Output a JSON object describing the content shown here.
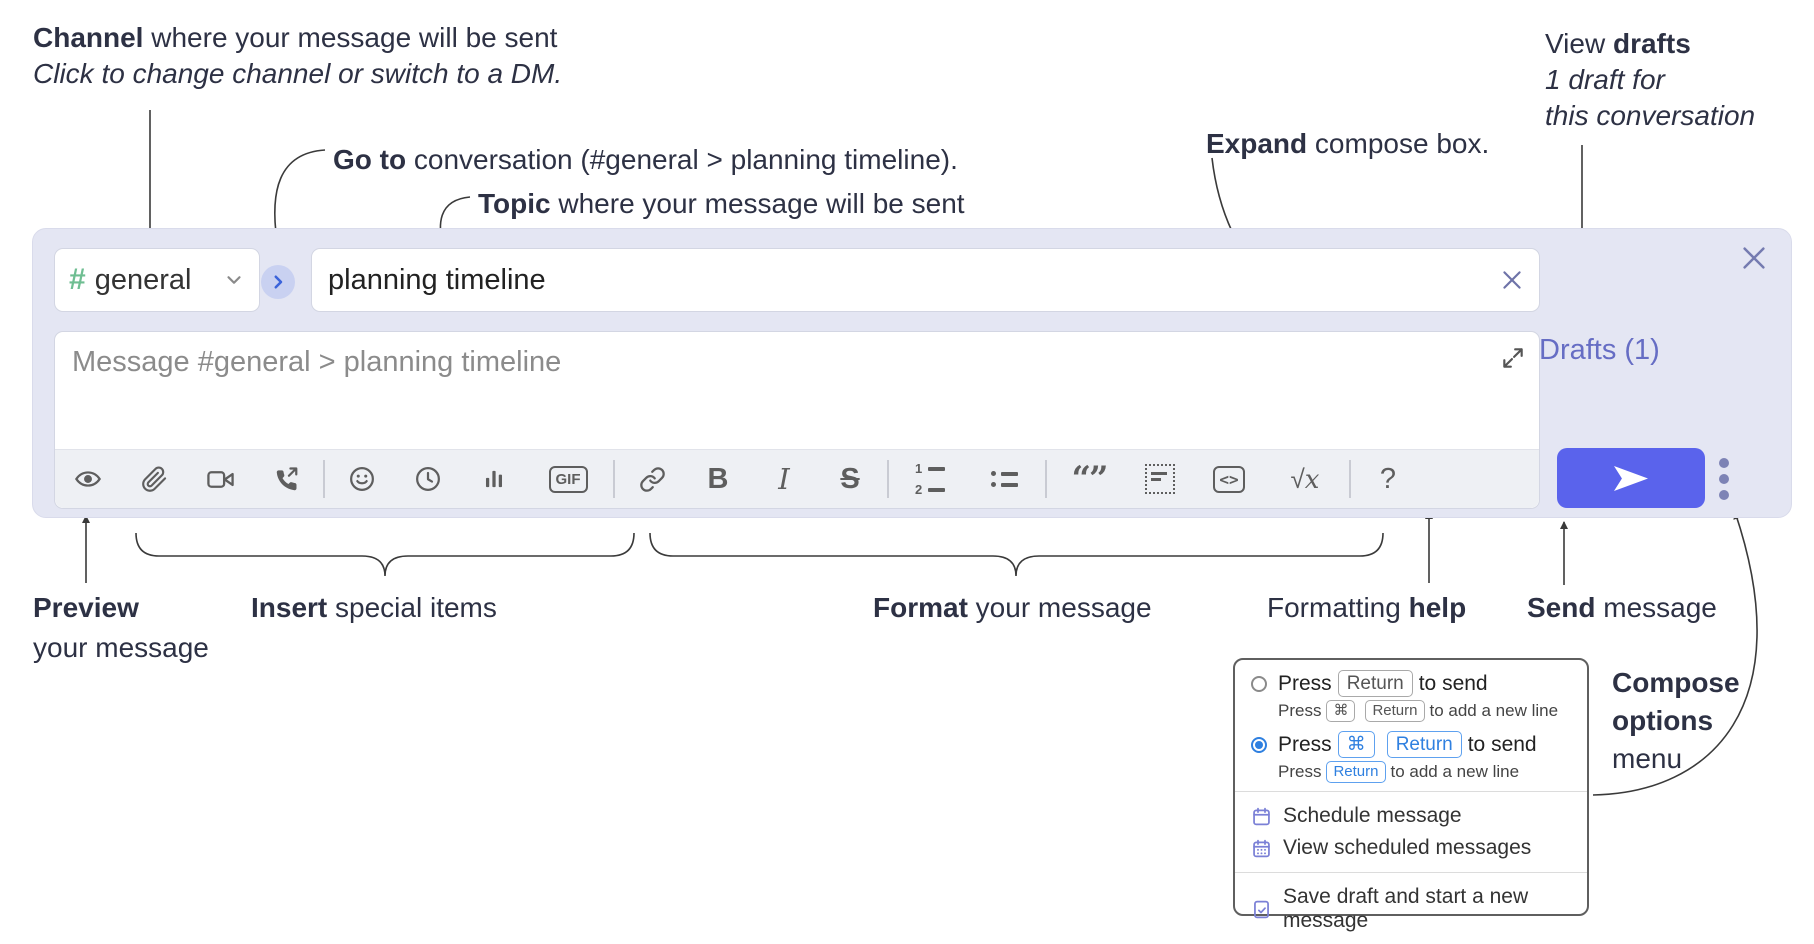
{
  "annotations": {
    "channel": {
      "bold": "Channel",
      "rest": " where your message will be sent",
      "line2": "Click to change channel or switch to a DM."
    },
    "goto": {
      "bold": "Go to",
      "rest": " conversation (#general > planning timeline)."
    },
    "topic": {
      "bold": "Topic",
      "rest": " where your message will be sent"
    },
    "expand": {
      "bold": "Expand",
      "rest": " compose box."
    },
    "drafts": {
      "line1_pre": "View ",
      "line1_bold": "drafts",
      "line2": "1 draft for",
      "line3": "this conversation"
    },
    "preview": {
      "bold": "Preview",
      "line2": "your message"
    },
    "insert": {
      "bold": "Insert",
      "rest": " special items"
    },
    "format": {
      "bold": "Format",
      "rest": " your message"
    },
    "fmt_help": {
      "pre": "Formatting ",
      "bold": "help"
    },
    "send": {
      "bold": "Send",
      "rest": " message"
    },
    "compose_options": {
      "bold1": "Compose",
      "bold2": "options",
      "rest": "menu"
    }
  },
  "compose": {
    "channel_selector": {
      "hash": "#",
      "label": "general"
    },
    "topic_input": {
      "value": "planning timeline"
    },
    "message_input": {
      "placeholder": "Message #general > planning timeline"
    },
    "drafts_link": "Drafts (1)",
    "toolbar": {
      "bold_label": "B",
      "italic_label": "I",
      "strike_label": "S",
      "gif_label": "GIF",
      "quote_label": "“”",
      "math_sqrt": "√",
      "math_x": "x",
      "help_label": "?",
      "ol_1": "1",
      "ol_2": "2"
    }
  },
  "popup": {
    "option1": {
      "pre": "Press",
      "key1": "Return",
      "post": "to send",
      "sub_pre": "Press",
      "sub_key1": "⌘",
      "sub_key2": "Return",
      "sub_post": "to add a new line"
    },
    "option2": {
      "pre": "Press",
      "key1": "⌘",
      "key2": "Return",
      "post": "to send",
      "sub_pre": "Press",
      "sub_key1": "Return",
      "sub_post": "to add a new line"
    },
    "items": [
      {
        "label": "Schedule message"
      },
      {
        "label": "View scheduled messages"
      },
      {
        "label": "Save draft and start a new message"
      }
    ]
  },
  "colors": {
    "compose_bg": "#e4e6f3",
    "accent_send": "#5a63ec",
    "hash_green": "#6fbe92",
    "dm_circle_bg": "#c9d1f1",
    "dm_chevron": "#3b63da",
    "drafts_purple": "#666dc4",
    "popup_icon_purple": "#7b80d6",
    "radio_blue": "#2f80e0",
    "annotation_ink": "#2d3144"
  }
}
